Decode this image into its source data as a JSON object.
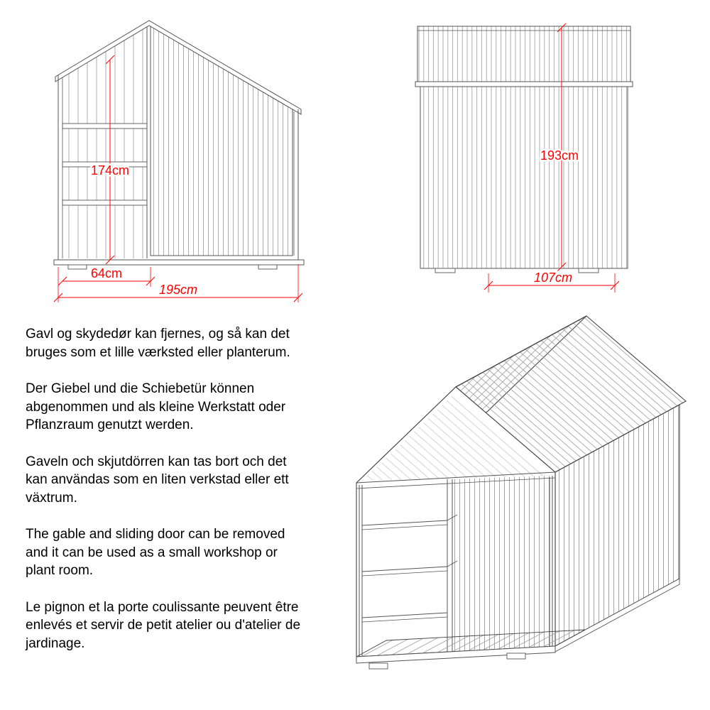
{
  "colors": {
    "dimension_red": "#ff0000",
    "drawing_line": "#555555",
    "background": "#ffffff"
  },
  "side_view": {
    "height_label": "174cm",
    "door_section_label": "64cm",
    "total_width_label": "195cm"
  },
  "rear_view": {
    "height_label": "193cm",
    "width_label": "107cm"
  },
  "descriptions": [
    {
      "lang": "da",
      "text": "Gavl og skydedør kan fjernes, og så kan det bruges som et lille værksted eller planterum."
    },
    {
      "lang": "de",
      "text": "Der Giebel und die Schiebetür können abgenommen und als kleine Werkstatt oder Pflanzraum genutzt werden."
    },
    {
      "lang": "sv",
      "text": "Gaveln och skjutdörren kan tas bort och det kan användas som en liten verkstad eller ett växtrum."
    },
    {
      "lang": "en",
      "text": "The gable and sliding door can be removed and it can be used as a small workshop or plant room."
    },
    {
      "lang": "fr",
      "text": "Le pignon et la porte coulissante peuvent être enlevés et servir de petit atelier ou d'atelier de jardinage."
    }
  ]
}
